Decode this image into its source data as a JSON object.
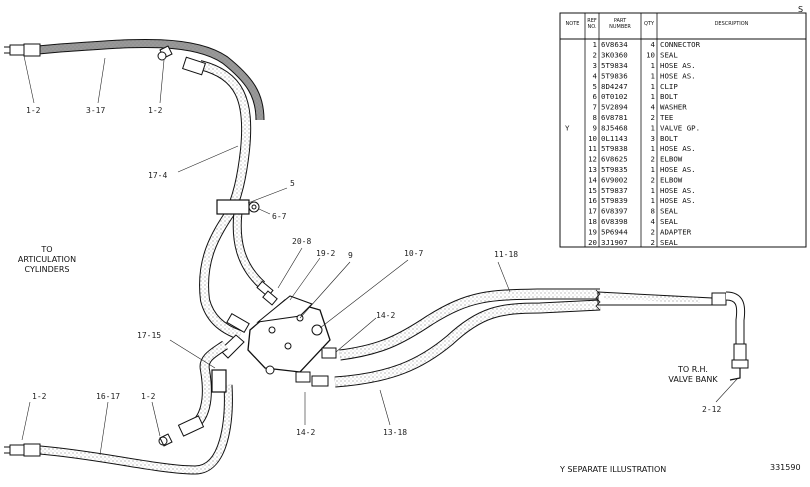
{
  "labels": {
    "l1": "1-2",
    "l2": "3-17",
    "l3": "1-2",
    "l4": "17-4",
    "l5": "5",
    "l6": "6-7",
    "l7": "20-8",
    "l8": "19-2",
    "l9": "9",
    "l10": "10-7",
    "l11": "11-18",
    "l12": "14-2",
    "l13": "17-15",
    "l14": "1-2",
    "l15": "16-17",
    "l16": "1-2",
    "l17": "14-2",
    "l18": "13-18",
    "l19": "2-12"
  },
  "notes": {
    "to_cyl": [
      "TO",
      "ARTICULATION",
      "CYLINDERS"
    ],
    "to_valve": [
      "TO R.H.",
      "VALVE BANK"
    ],
    "footnote": "Y SEPARATE ILLUSTRATION",
    "drawing_no": "331590",
    "corner": "S"
  },
  "parts_table": {
    "headers": [
      "NOTE",
      "REF NO.",
      "PART NUMBER",
      "QTY",
      "DESCRIPTION"
    ],
    "rows": [
      {
        "note": "",
        "ref": "1",
        "part": "6V8634",
        "qty": "4",
        "desc": "CONNECTOR"
      },
      {
        "note": "",
        "ref": "2",
        "part": "3K0360",
        "qty": "10",
        "desc": "SEAL"
      },
      {
        "note": "",
        "ref": "3",
        "part": "5T9834",
        "qty": "1",
        "desc": "HOSE AS."
      },
      {
        "note": "",
        "ref": "4",
        "part": "5T9836",
        "qty": "1",
        "desc": "HOSE AS."
      },
      {
        "note": "",
        "ref": "5",
        "part": "8D4247",
        "qty": "1",
        "desc": "CLIP"
      },
      {
        "note": "",
        "ref": "6",
        "part": "0T0102",
        "qty": "1",
        "desc": "BOLT"
      },
      {
        "note": "",
        "ref": "7",
        "part": "5V2894",
        "qty": "4",
        "desc": "WASHER"
      },
      {
        "note": "",
        "ref": "8",
        "part": "6V8781",
        "qty": "2",
        "desc": "TEE"
      },
      {
        "note": "Y",
        "ref": "9",
        "part": "8J5468",
        "qty": "1",
        "desc": "VALVE GP."
      },
      {
        "note": "",
        "ref": "10",
        "part": "0L1143",
        "qty": "3",
        "desc": "BOLT"
      },
      {
        "note": "",
        "ref": "11",
        "part": "5T9838",
        "qty": "1",
        "desc": "HOSE AS."
      },
      {
        "note": "",
        "ref": "12",
        "part": "6V8625",
        "qty": "2",
        "desc": "ELBOW"
      },
      {
        "note": "",
        "ref": "13",
        "part": "5T9835",
        "qty": "1",
        "desc": "HOSE AS."
      },
      {
        "note": "",
        "ref": "14",
        "part": "6V9002",
        "qty": "2",
        "desc": "ELBOW"
      },
      {
        "note": "",
        "ref": "15",
        "part": "5T9837",
        "qty": "1",
        "desc": "HOSE AS."
      },
      {
        "note": "",
        "ref": "16",
        "part": "5T9839",
        "qty": "1",
        "desc": "HOSE AS."
      },
      {
        "note": "",
        "ref": "17",
        "part": "6V8397",
        "qty": "8",
        "desc": "SEAL"
      },
      {
        "note": "",
        "ref": "18",
        "part": "6V8398",
        "qty": "4",
        "desc": "SEAL"
      },
      {
        "note": "",
        "ref": "19",
        "part": "5P6944",
        "qty": "2",
        "desc": "ADAPTER"
      },
      {
        "note": "",
        "ref": "20",
        "part": "3J1907",
        "qty": "2",
        "desc": "SEAL"
      }
    ]
  }
}
